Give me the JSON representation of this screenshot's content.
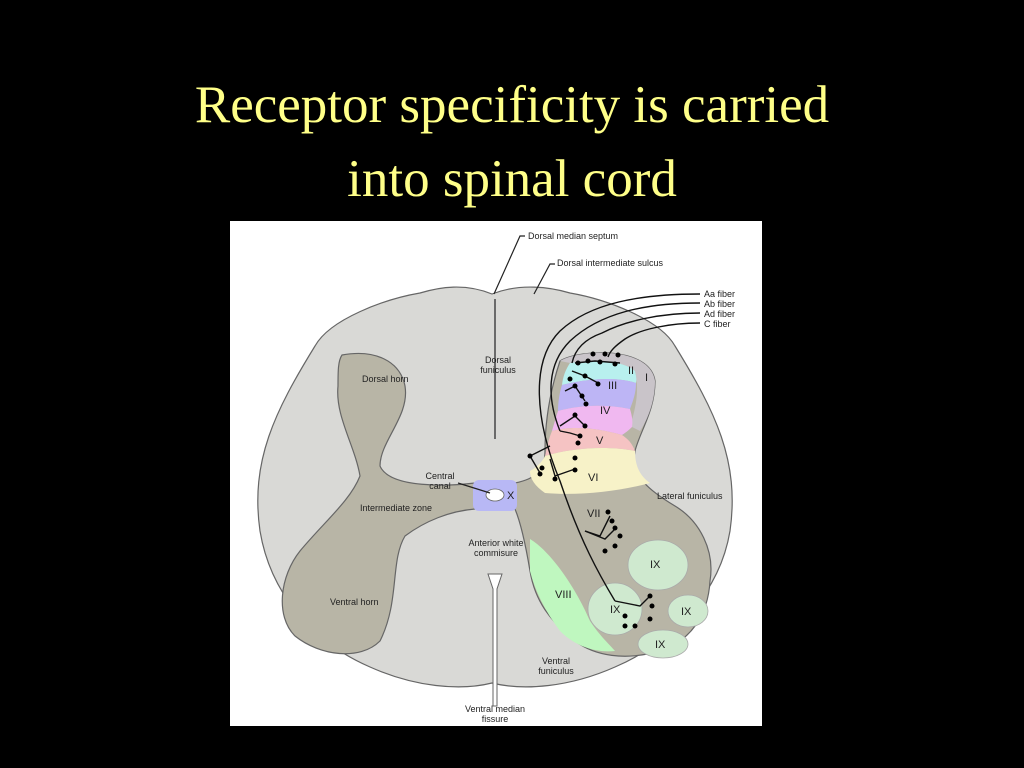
{
  "slide": {
    "title_line1": "Receptor specificity is carried",
    "title_line2": "into spinal cord"
  },
  "colors": {
    "background": "#000000",
    "title": "#ffff88",
    "white_matter": "#d9d9d6",
    "gray_matter": "#b8b5a6",
    "lamina_I": "#c9c4c9",
    "lamina_II": "#b8f0ee",
    "lamina_III": "#bdb5f5",
    "lamina_IV": "#f0b8f0",
    "lamina_V": "#f5c3c3",
    "lamina_VI": "#f7f2c8",
    "lamina_VIII": "#bff7bf",
    "lamina_IX": "#cfe9cf",
    "lamina_X": "#b8b8f5"
  },
  "labels": {
    "dorsal_median_septum": "Dorsal median septum",
    "dorsal_intermediate_sulcus": "Dorsal intermediate sulcus",
    "fiber_aa": "Aa fiber",
    "fiber_ab": "Ab fiber",
    "fiber_ad": "Ad fiber",
    "fiber_c": "C fiber",
    "dorsal_funiculus_1": "Dorsal",
    "dorsal_funiculus_2": "funiculus",
    "dorsal_horn": "Dorsal horn",
    "central_canal_1": "Central",
    "central_canal_2": "canal",
    "intermediate_zone": "Intermediate zone",
    "anterior_white_commisure_1": "Anterior white",
    "anterior_white_commisure_2": "commisure",
    "ventral_horn": "Ventral horn",
    "lateral_funiculus": "Lateral funiculus",
    "ventral_funiculus_1": "Ventral",
    "ventral_funiculus_2": "funiculus",
    "ventral_median_fissure_1": "Ventral median",
    "ventral_median_fissure_2": "fissure"
  },
  "laminae": {
    "I": "I",
    "II": "II",
    "III": "III",
    "IV": "IV",
    "V": "V",
    "VI": "VI",
    "VII": "VII",
    "VIII": "VIII",
    "IX": "IX",
    "X": "X"
  }
}
